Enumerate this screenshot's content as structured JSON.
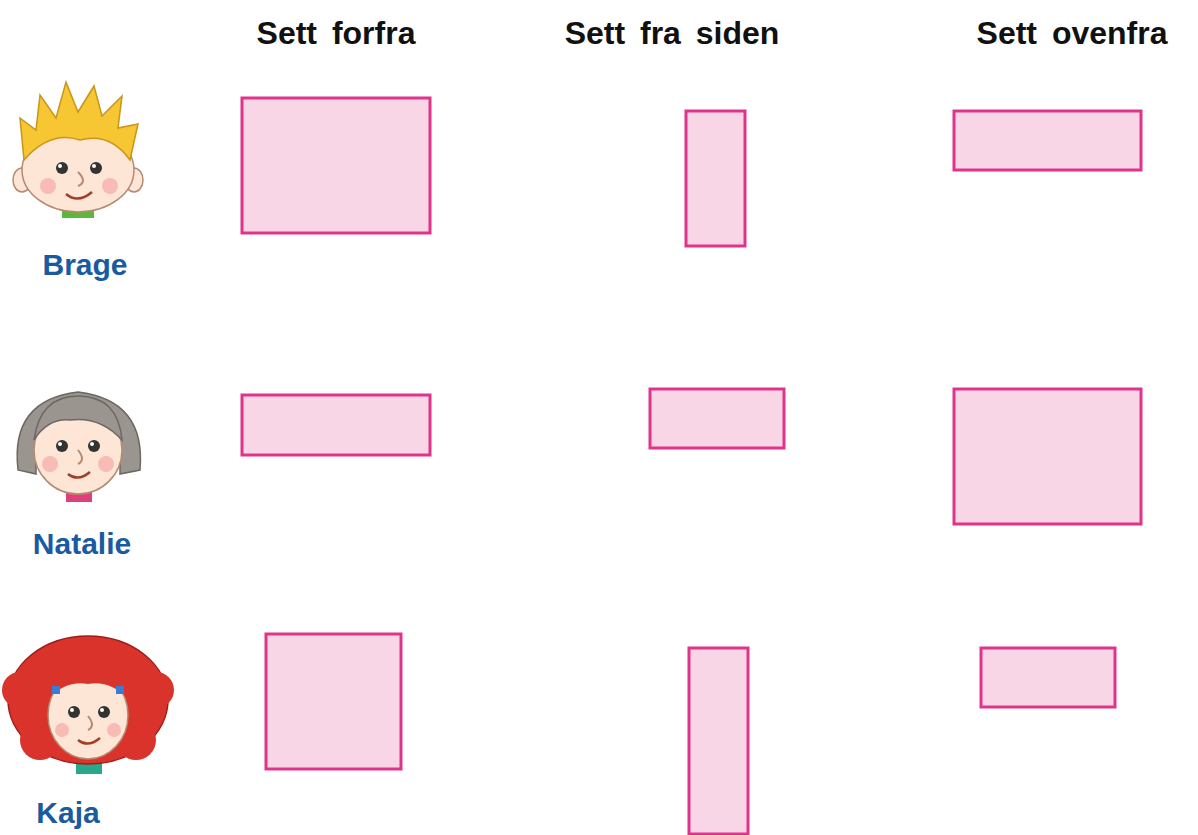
{
  "diagram": {
    "labels": [
      "Sett forfra",
      "Sett fra siden",
      "Sett ovenfra",
      "Brage",
      "Natalie",
      "Kaja"
    ]
  }
}
